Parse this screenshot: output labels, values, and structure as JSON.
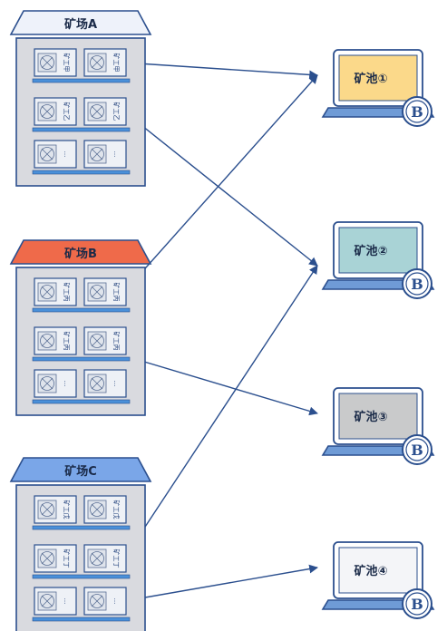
{
  "colors": {
    "stroke": "#2b4f8e",
    "building_fill": "#d9dadf",
    "rack_fill": "#eef1f6",
    "shelf": "#4a90d9",
    "roof_A": "#eef2fa",
    "roof_B": "#ef6a4a",
    "roof_C": "#7aa6e8",
    "arrow": "#2b4f8e"
  },
  "farms": [
    {
      "id": "A",
      "label": "矿场A",
      "miners": [
        [
          "矿工甲",
          "矿工甲"
        ],
        [
          "矿工乙",
          "矿工乙"
        ],
        [
          "...",
          "..."
        ]
      ]
    },
    {
      "id": "B",
      "label": "矿场B",
      "miners": [
        [
          "矿工丙",
          "矿工丙"
        ],
        [
          "矿工丙",
          "矿工丙"
        ],
        [
          "...",
          "..."
        ]
      ]
    },
    {
      "id": "C",
      "label": "矿场C",
      "miners": [
        [
          "矿工戊",
          "矿工戊"
        ],
        [
          "矿工丁",
          "矿工丁"
        ],
        [
          "...",
          "..."
        ]
      ]
    }
  ],
  "pools": [
    {
      "label": "矿池①",
      "screen": "#fbd98a"
    },
    {
      "label": "矿池②",
      "screen": "#a9d3d6"
    },
    {
      "label": "矿池③",
      "screen": "#c9cacb"
    },
    {
      "label": "矿池④",
      "screen": "#f4f5f8"
    }
  ],
  "coin_symbol": "B",
  "connections": [
    {
      "from": "A.0.1",
      "to": 0
    },
    {
      "from": "A.1.1",
      "to": 1
    },
    {
      "from": "B.0.1",
      "to": 0
    },
    {
      "from": "B.1.0",
      "to": 2
    },
    {
      "from": "C.1.1",
      "to": 1
    },
    {
      "from": "C.2.1",
      "to": 3
    }
  ]
}
